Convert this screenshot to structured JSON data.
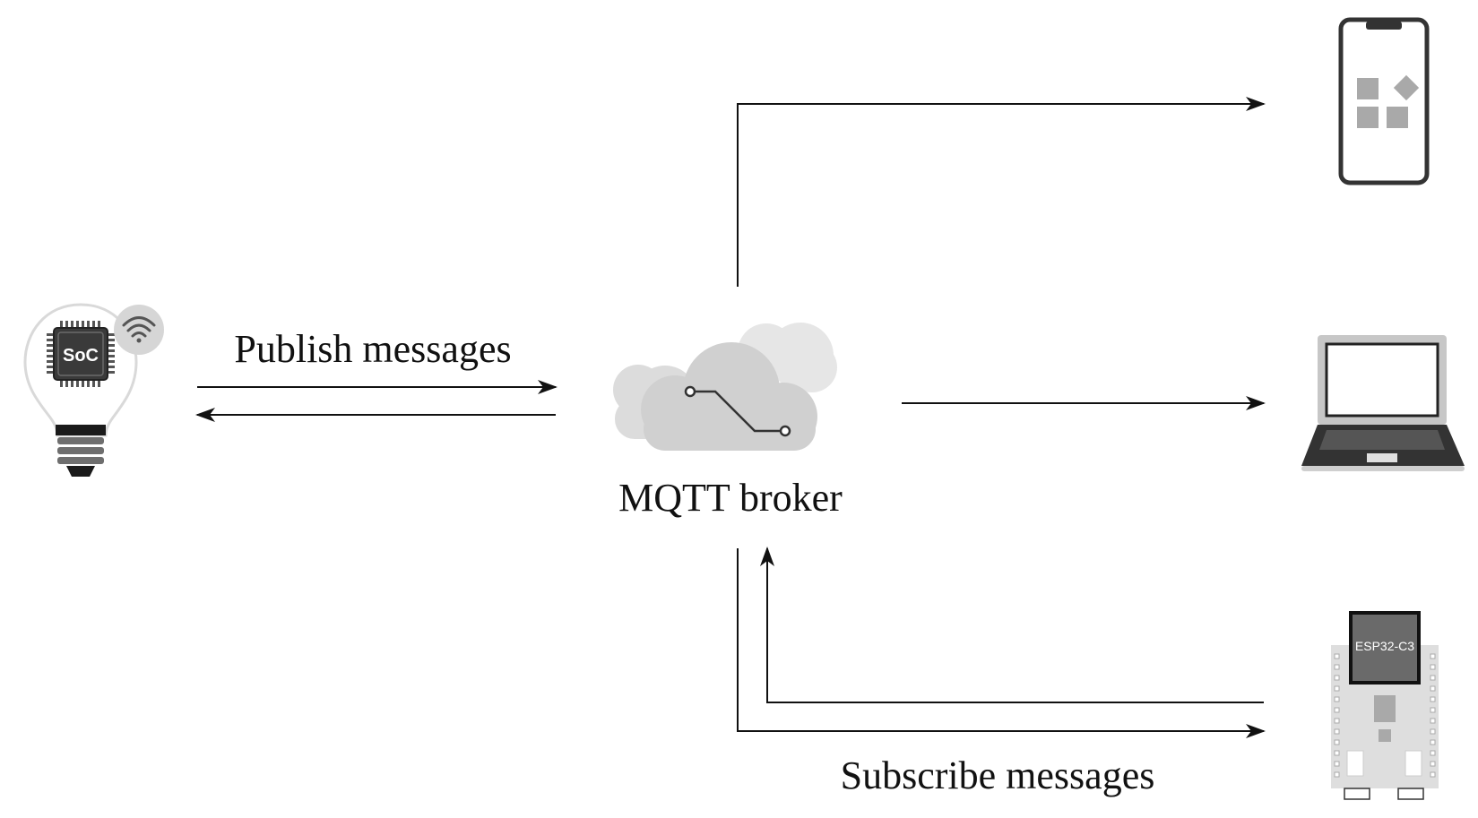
{
  "labels": {
    "publish": "Publish messages",
    "broker": "MQTT broker",
    "subscribe": "Subscribe messages"
  },
  "devices": {
    "bulb_chip": "SoC",
    "board_module": "ESP32-C3"
  },
  "icons": {
    "publisher": "smart-bulb-icon",
    "wifi": "wifi-icon",
    "broker": "cloud-icon",
    "subscriber_top": "smartphone-icon",
    "subscriber_middle": "laptop-icon",
    "subscriber_bottom": "esp32-board-icon"
  },
  "colors": {
    "line": "#111111",
    "cloud_light": "#e6e6e6",
    "cloud_dark": "#d4d4d4",
    "device_gray": "#a9a9a9",
    "chip": "#3a3a3a"
  }
}
